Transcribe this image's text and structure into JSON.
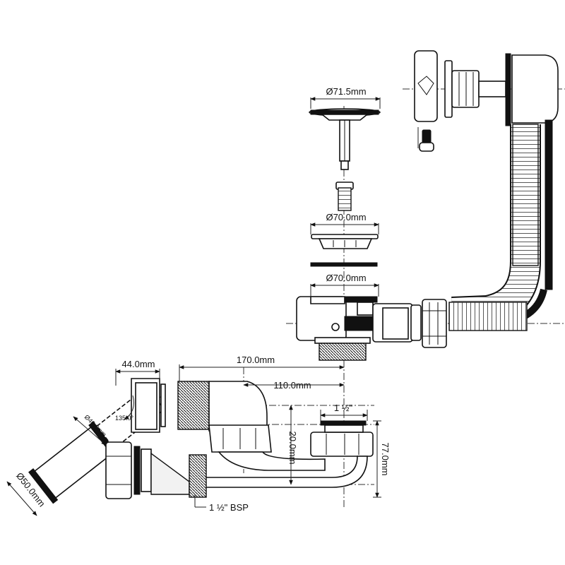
{
  "diagram": {
    "dimensions": {
      "plug_diameter": "Ø71.5mm",
      "strainer_diameter": "Ø70.0mm",
      "body_diameter": "Ø70.0mm",
      "elbow_width": "44.0mm",
      "overall_length": "170.0mm",
      "trap_offset": "110.0mm",
      "thread_size": "1 ½\"",
      "seal_depth": "20.0mm",
      "trap_height": "77.0mm",
      "inner_diameter": "Ø40.0mm",
      "elbow_angle": "135.0°",
      "outer_diameter": "Ø50.0mm",
      "outlet_thread": "1 ½\" BSP"
    },
    "colors": {
      "line": "#111111",
      "background": "#ffffff"
    }
  }
}
